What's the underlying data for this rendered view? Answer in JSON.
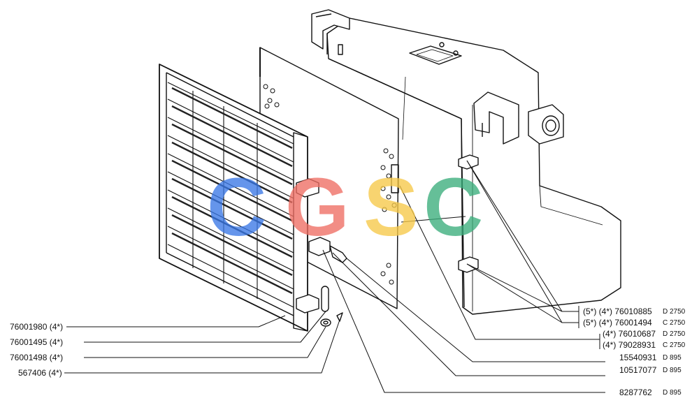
{
  "watermark": {
    "letters": [
      {
        "char": "C",
        "color": "#3a78e6"
      },
      {
        "char": "G",
        "color": "#ef6e63"
      },
      {
        "char": "S",
        "color": "#f7c948"
      },
      {
        "char": "C",
        "color": "#3aae7c"
      }
    ]
  },
  "left_labels": [
    {
      "text": "76001980 (4*)"
    },
    {
      "text": "76001495 (4*)"
    },
    {
      "text": "76001498 (4*)"
    },
    {
      "text": "567406 (4*)"
    }
  ],
  "right_labels": [
    {
      "text": "(5*) (4*) 76010885",
      "ref": "D 2750"
    },
    {
      "text": "(5*) (4*) 76001494",
      "ref": "C 2750"
    },
    {
      "text": "(4*) 76010687",
      "ref": "D 2750"
    },
    {
      "text": "(4*) 79028931",
      "ref": "C 2750"
    },
    {
      "text": "15540931",
      "ref": "D 895"
    },
    {
      "text": "10517077",
      "ref": "D 895"
    },
    {
      "text": "8287762",
      "ref": "D 895"
    }
  ]
}
